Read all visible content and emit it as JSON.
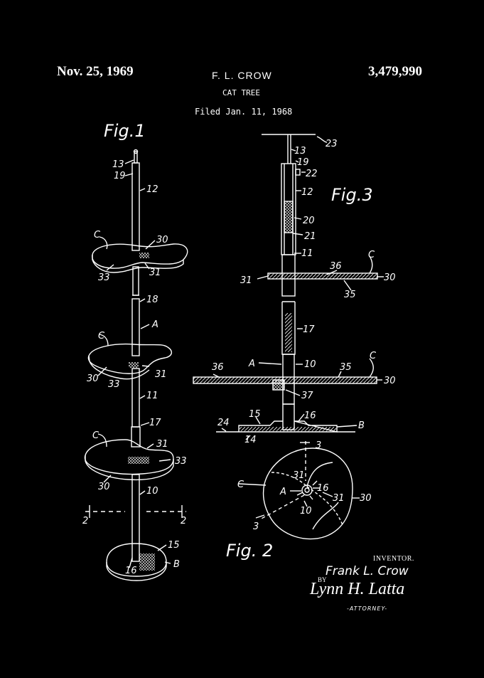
{
  "header": {
    "date": "Nov. 25, 1969",
    "inventor_name": "F. L. CROW",
    "patent_number": "3,479,990",
    "title": "CAT TREE",
    "filed": "Filed Jan. 11, 1968"
  },
  "figures": {
    "fig1_label": "Fig.1",
    "fig2_label": "Fig. 2",
    "fig3_label": "Fig.3"
  },
  "fig1_numerals": {
    "n13": "13",
    "n19": "19",
    "n12": "12",
    "n30a": "30",
    "c1": "C",
    "n33a": "33",
    "n31a": "31",
    "n18": "18",
    "nA": "A",
    "c2": "C",
    "n30b": "30",
    "n33b": "33",
    "n31b": "31",
    "n11": "11",
    "n17": "17",
    "c3": "C",
    "n31c": "31",
    "n33c": "33",
    "n30c": "30",
    "n10": "10",
    "n2a": "2",
    "n2b": "2",
    "n15": "15",
    "n16": "16",
    "nB": "B"
  },
  "fig3_numerals": {
    "n23": "23",
    "n13": "13",
    "n19": "19",
    "n22": "22",
    "n12": "12",
    "n20": "20",
    "n21": "21",
    "n11": "11",
    "n31": "31",
    "n36a": "36",
    "c1": "C",
    "n30a": "30",
    "n35a": "35",
    "n17": "17",
    "n36b": "36",
    "nA": "A",
    "n10": "10",
    "n35b": "35",
    "c2": "C",
    "n30b": "30",
    "n37": "37",
    "n15": "15",
    "n16": "16",
    "n24": "24",
    "nB": "B",
    "n14": "14"
  },
  "fig2_numerals": {
    "n3a": "3",
    "c": "C",
    "n31a": "31",
    "nA": "A",
    "n16": "16",
    "n31b": "31",
    "n30": "30",
    "n10": "10",
    "n3b": "3"
  },
  "signature_block": {
    "inventor_label": "INVENTOR.",
    "inventor_signature": "Frank L. Crow",
    "by": "BY",
    "attorney_signature": "Lynn H. Latta",
    "attorney_label": "-ATTORNEY-"
  },
  "colors": {
    "background": "#000000",
    "ink": "#ffffff"
  }
}
